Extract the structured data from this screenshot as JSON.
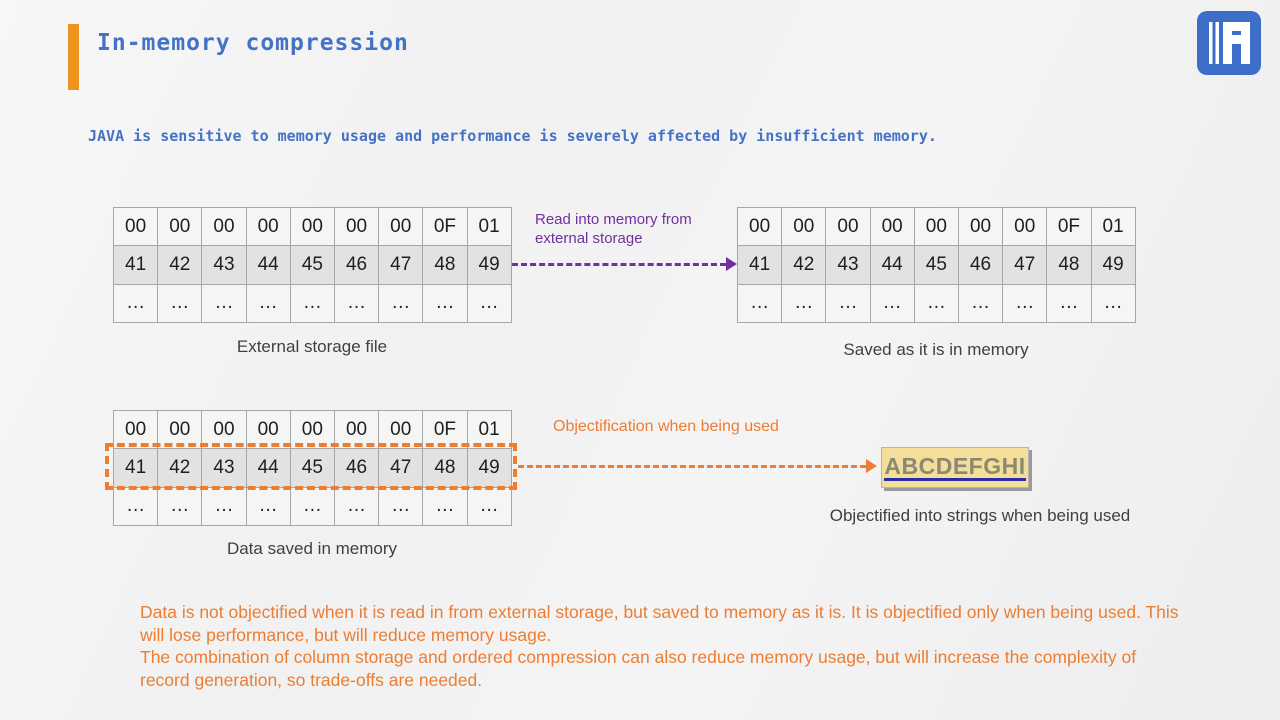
{
  "slide": {
    "title": "In-memory compression",
    "subtitle": "JAVA is sensitive to memory usage and performance is severely affected by insufficient memory."
  },
  "hex_table": {
    "rows": [
      [
        "00",
        "00",
        "00",
        "00",
        "00",
        "00",
        "00",
        "0F",
        "01"
      ],
      [
        "41",
        "42",
        "43",
        "44",
        "45",
        "46",
        "47",
        "48",
        "49"
      ],
      [
        "…",
        "…",
        "…",
        "…",
        "…",
        "…",
        "…",
        "…",
        "…"
      ]
    ]
  },
  "captions": {
    "external_storage": "External storage file",
    "saved_in_memory": "Saved as it is in memory",
    "data_in_memory": "Data saved in memory",
    "objectified_strings": "Objectified into strings when being used"
  },
  "arrows": {
    "read_label": "Read into memory from external storage",
    "objectification_label": "Objectification when being used"
  },
  "result_box": {
    "text": "ABCDEFGHI"
  },
  "notes": {
    "para1": "Data is not objectified when it is read in from external storage, but saved to memory as it is. It is objectified only when being used. This will lose performance, but  will reduce memory usage.",
    "para2": "The combination of column storage and ordered compression can also reduce memory usage, but will increase the complexity of record generation, so trade-offs are needed."
  },
  "colors": {
    "title_blue": "#4472C4",
    "accent_orange_bar": "#EF941F",
    "purple": "#7030A0",
    "orange": "#ED7D31",
    "logo_blue": "#3D6FC9",
    "result_box_yellow": "#F4DE9A",
    "result_underline_navy": "#2B2BA8"
  }
}
